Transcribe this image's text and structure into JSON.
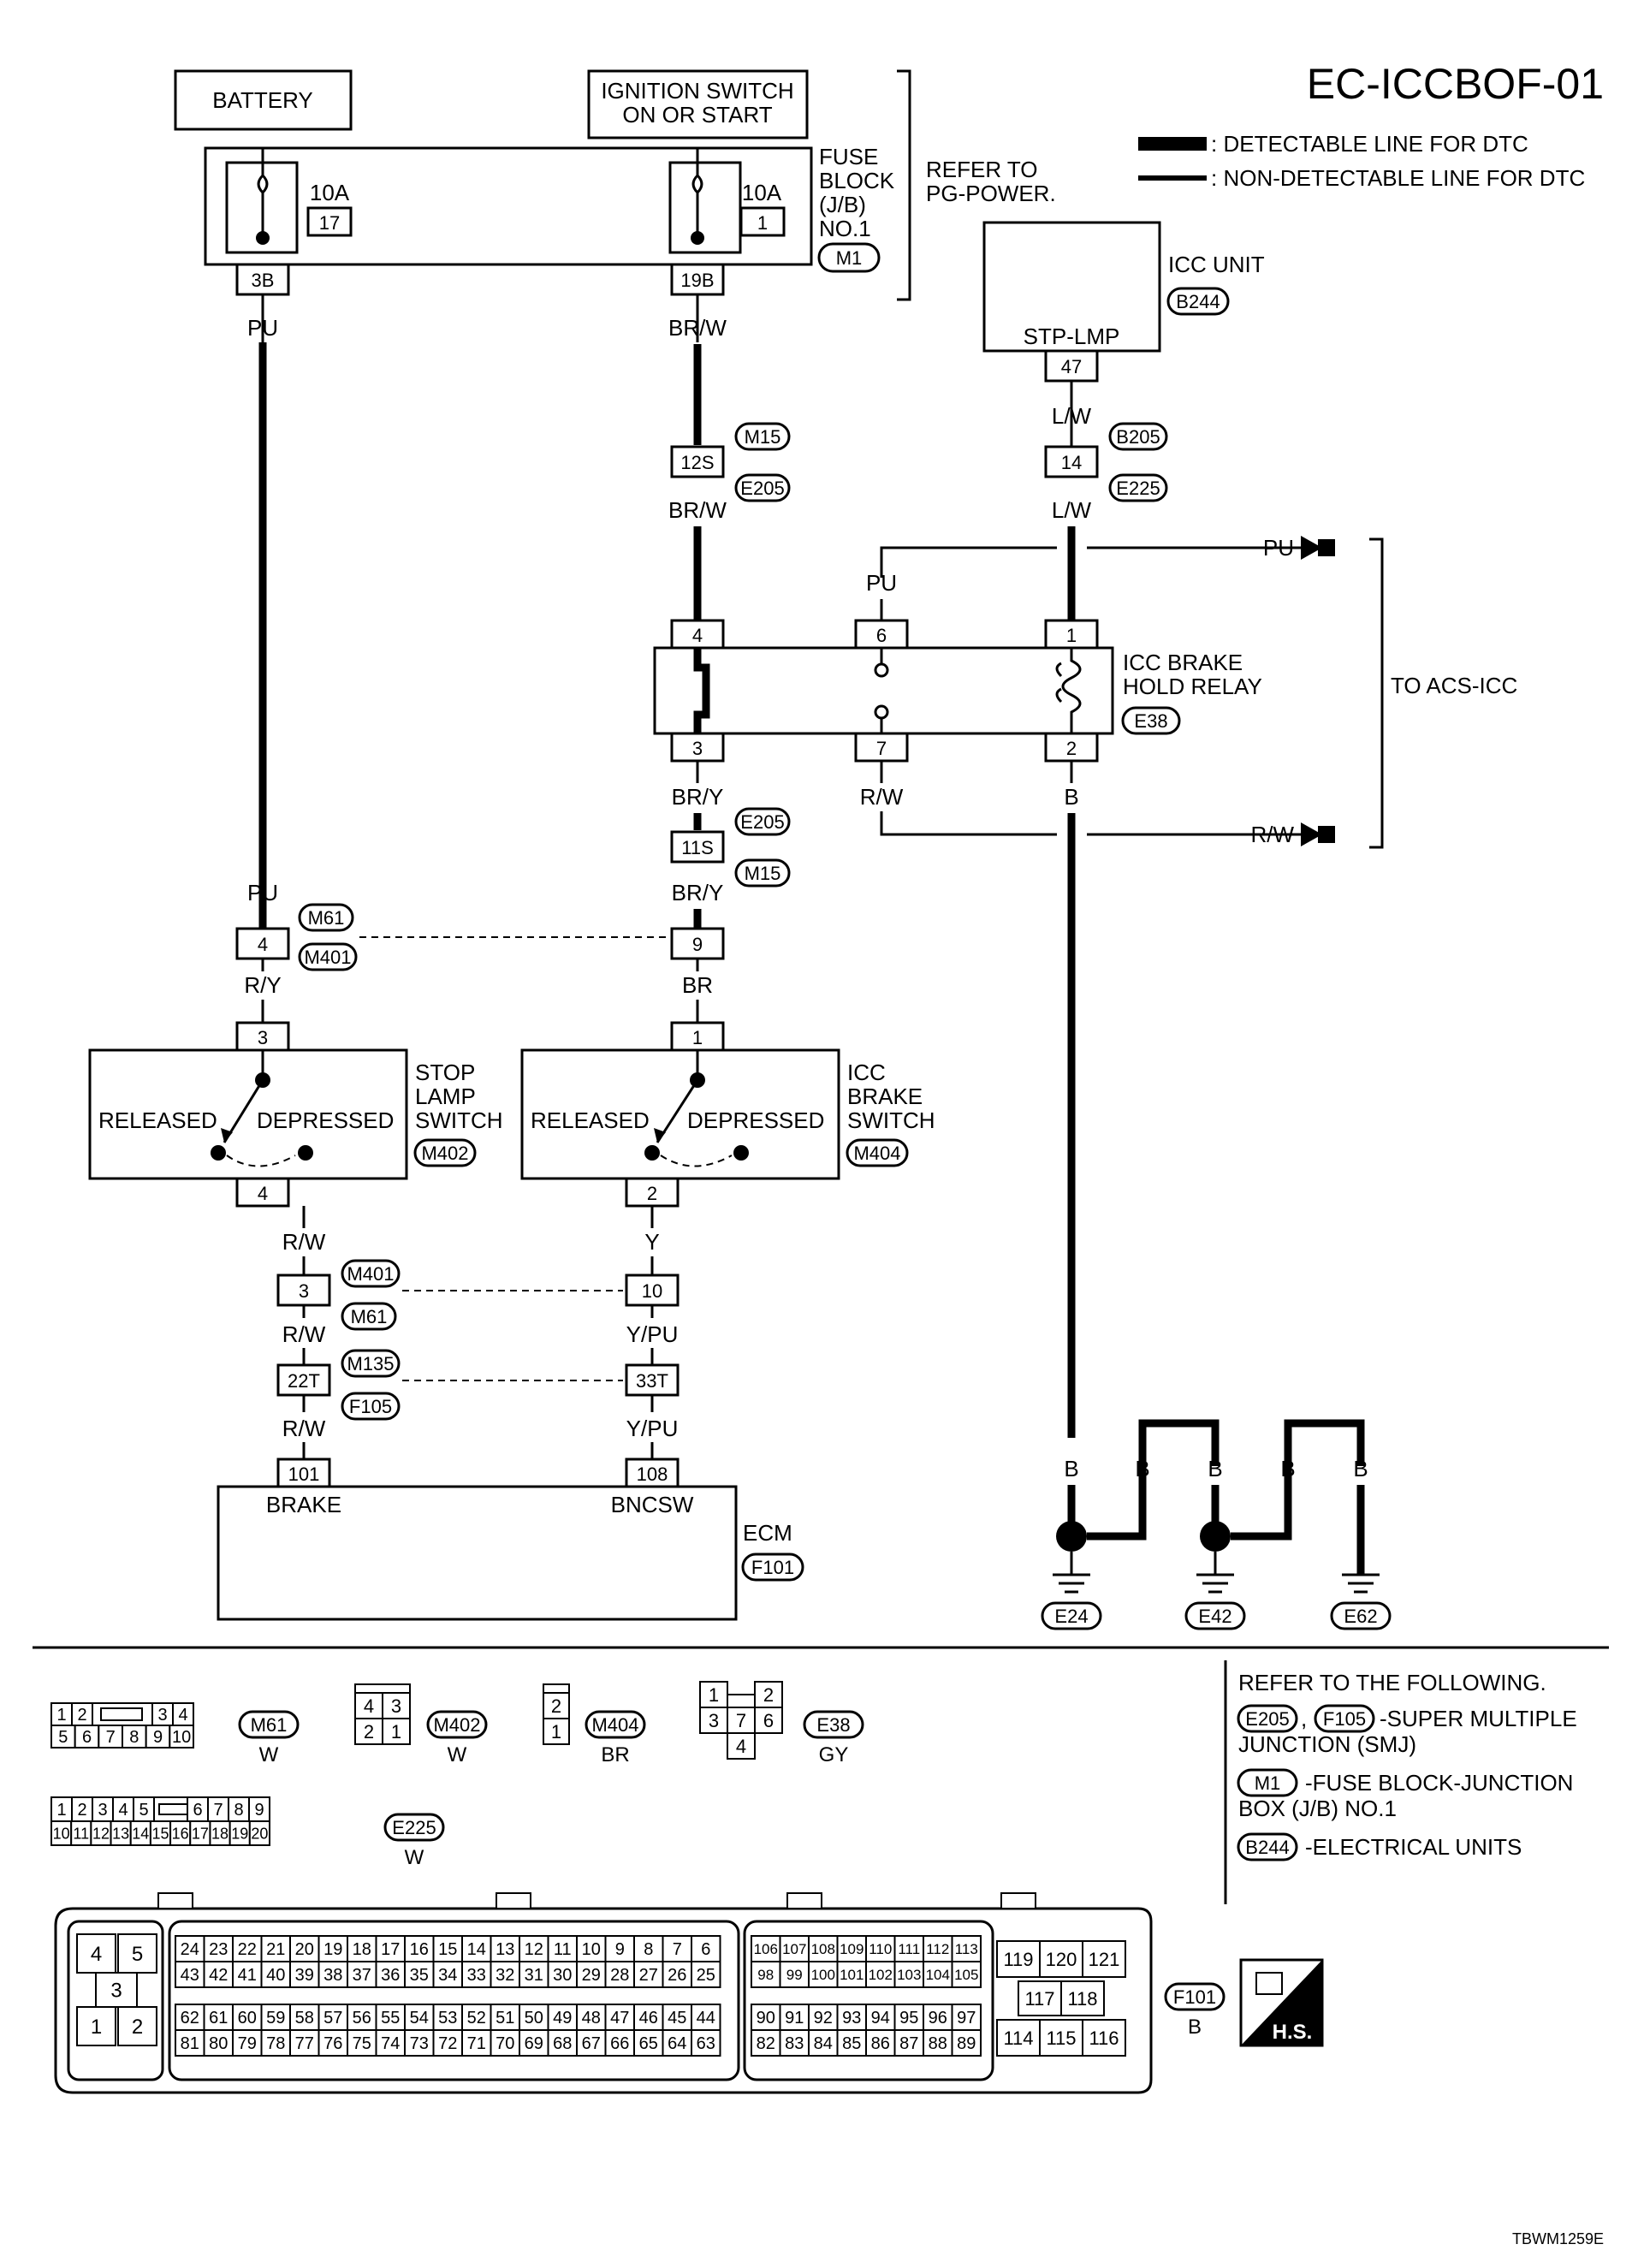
{
  "title": "EC-ICCBOF-01",
  "legend": {
    "thick": ": DETECTABLE LINE FOR DTC",
    "thin": ": NON-DETECTABLE LINE FOR DTC"
  },
  "battery": "BATTERY",
  "ignition": [
    "IGNITION SWITCH",
    "ON OR START"
  ],
  "fuse_block": {
    "label": [
      "FUSE",
      "BLOCK",
      "(J/B)",
      "NO.1"
    ],
    "connector": "M1",
    "refer": [
      "REFER TO",
      "PG-POWER."
    ],
    "fuse_left": {
      "amp": "10A",
      "num": "17",
      "terminal": "3B"
    },
    "fuse_right": {
      "amp": "10A",
      "num": "1",
      "terminal": "19B"
    }
  },
  "icc_unit": {
    "label": "ICC UNIT",
    "connector": "B244",
    "pin_label": "STP-LMP",
    "pin": "47"
  },
  "relay": {
    "label": [
      "ICC BRAKE",
      "HOLD RELAY"
    ],
    "connector": "E38",
    "pins": [
      "4",
      "6",
      "1",
      "3",
      "7",
      "2"
    ]
  },
  "to_acs": "TO ACS-ICC",
  "wires": {
    "pu": "PU",
    "brw": "BR/W",
    "lw": "L/W",
    "bry": "BR/Y",
    "rw": "R/W",
    "b": "B",
    "ry": "R/Y",
    "br": "BR",
    "y": "Y",
    "ypu": "Y/PU"
  },
  "junctions": {
    "m15": "M15",
    "e205": "E205",
    "b205": "B205",
    "e225": "E225",
    "m61": "M61",
    "m401": "M401",
    "m135": "M135",
    "f105": "F105",
    "p12s": "12S",
    "p14": "14",
    "p11s": "11S",
    "p4": "4",
    "p9": "9",
    "p3": "3",
    "p10": "10",
    "p22t": "22T",
    "p33t": "33T"
  },
  "stop_lamp": {
    "label": [
      "STOP",
      "LAMP",
      "SWITCH"
    ],
    "connector": "M402",
    "released": "RELEASED",
    "depressed": "DEPRESSED",
    "pin_top": "3",
    "pin_bottom": "4"
  },
  "icc_brake": {
    "label": [
      "ICC",
      "BRAKE",
      "SWITCH"
    ],
    "connector": "M404",
    "released": "RELEASED",
    "depressed": "DEPRESSED",
    "pin_top": "1",
    "pin_bottom": "2"
  },
  "ecm": {
    "label": "ECM",
    "connector": "F101",
    "pin_left": "101",
    "pin_left_label": "BRAKE",
    "pin_right": "108",
    "pin_right_label": "BNCSW"
  },
  "grounds": [
    "E24",
    "E42",
    "E62"
  ],
  "refer_following": {
    "head": "REFER TO THE FOLLOWING.",
    "c1": "E205",
    "c2": "F105",
    "smj1": "-SUPER MULTIPLE",
    "smj2": "JUNCTION (SMJ)",
    "c3": "M1",
    "fb1": "-FUSE BLOCK-JUNCTION",
    "fb2": "BOX (J/B) NO.1",
    "c4": "B244",
    "eu": "-ELECTRICAL UNITS"
  },
  "connector_views": {
    "m61": {
      "id": "M61",
      "color": "W",
      "top": [
        "1",
        "2",
        "3",
        "4"
      ],
      "bottom": [
        "5",
        "6",
        "7",
        "8",
        "9",
        "10"
      ]
    },
    "m402": {
      "id": "M402",
      "color": "W",
      "top": [
        "4",
        "3"
      ],
      "bottom": [
        "2",
        "1"
      ]
    },
    "m404": {
      "id": "M404",
      "color": "BR",
      "pins": [
        "2",
        "1"
      ]
    },
    "e38": {
      "id": "E38",
      "color": "GY",
      "pins": [
        "1",
        "2",
        "3",
        "7",
        "6",
        "4"
      ]
    },
    "e225": {
      "id": "E225",
      "color": "W",
      "top": [
        "1",
        "2",
        "3",
        "4",
        "5",
        "6",
        "7",
        "8",
        "9"
      ],
      "bottom": [
        "10",
        "11",
        "12",
        "13",
        "14",
        "15",
        "16",
        "17",
        "18",
        "19",
        "20"
      ]
    },
    "f101": {
      "id": "F101",
      "color": "B",
      "left": [
        "4",
        "5",
        "3",
        "1",
        "2"
      ],
      "r1": [
        "24",
        "23",
        "22",
        "21",
        "20",
        "19",
        "18",
        "17",
        "16",
        "15",
        "14",
        "13",
        "12",
        "11",
        "10",
        "9",
        "8",
        "7",
        "6"
      ],
      "r2": [
        "43",
        "42",
        "41",
        "40",
        "39",
        "38",
        "37",
        "36",
        "35",
        "34",
        "33",
        "32",
        "31",
        "30",
        "29",
        "28",
        "27",
        "26",
        "25"
      ],
      "r3": [
        "62",
        "61",
        "60",
        "59",
        "58",
        "57",
        "56",
        "55",
        "54",
        "53",
        "52",
        "51",
        "50",
        "49",
        "48",
        "47",
        "46",
        "45",
        "44"
      ],
      "r4": [
        "81",
        "80",
        "79",
        "78",
        "77",
        "76",
        "75",
        "74",
        "73",
        "72",
        "71",
        "70",
        "69",
        "68",
        "67",
        "66",
        "65",
        "64",
        "63"
      ],
      "m1": [
        "106",
        "107",
        "108",
        "109",
        "110",
        "111",
        "112",
        "113"
      ],
      "m2": [
        "98",
        "99",
        "100",
        "101",
        "102",
        "103",
        "104",
        "105"
      ],
      "m3": [
        "90",
        "91",
        "92",
        "93",
        "94",
        "95",
        "96",
        "97"
      ],
      "m4": [
        "82",
        "83",
        "84",
        "85",
        "86",
        "87",
        "88",
        "89"
      ],
      "rt": [
        "119",
        "120",
        "121",
        "117",
        "118",
        "114",
        "115",
        "116"
      ]
    }
  },
  "hs": "H.S.",
  "code": "TBWM1259E"
}
